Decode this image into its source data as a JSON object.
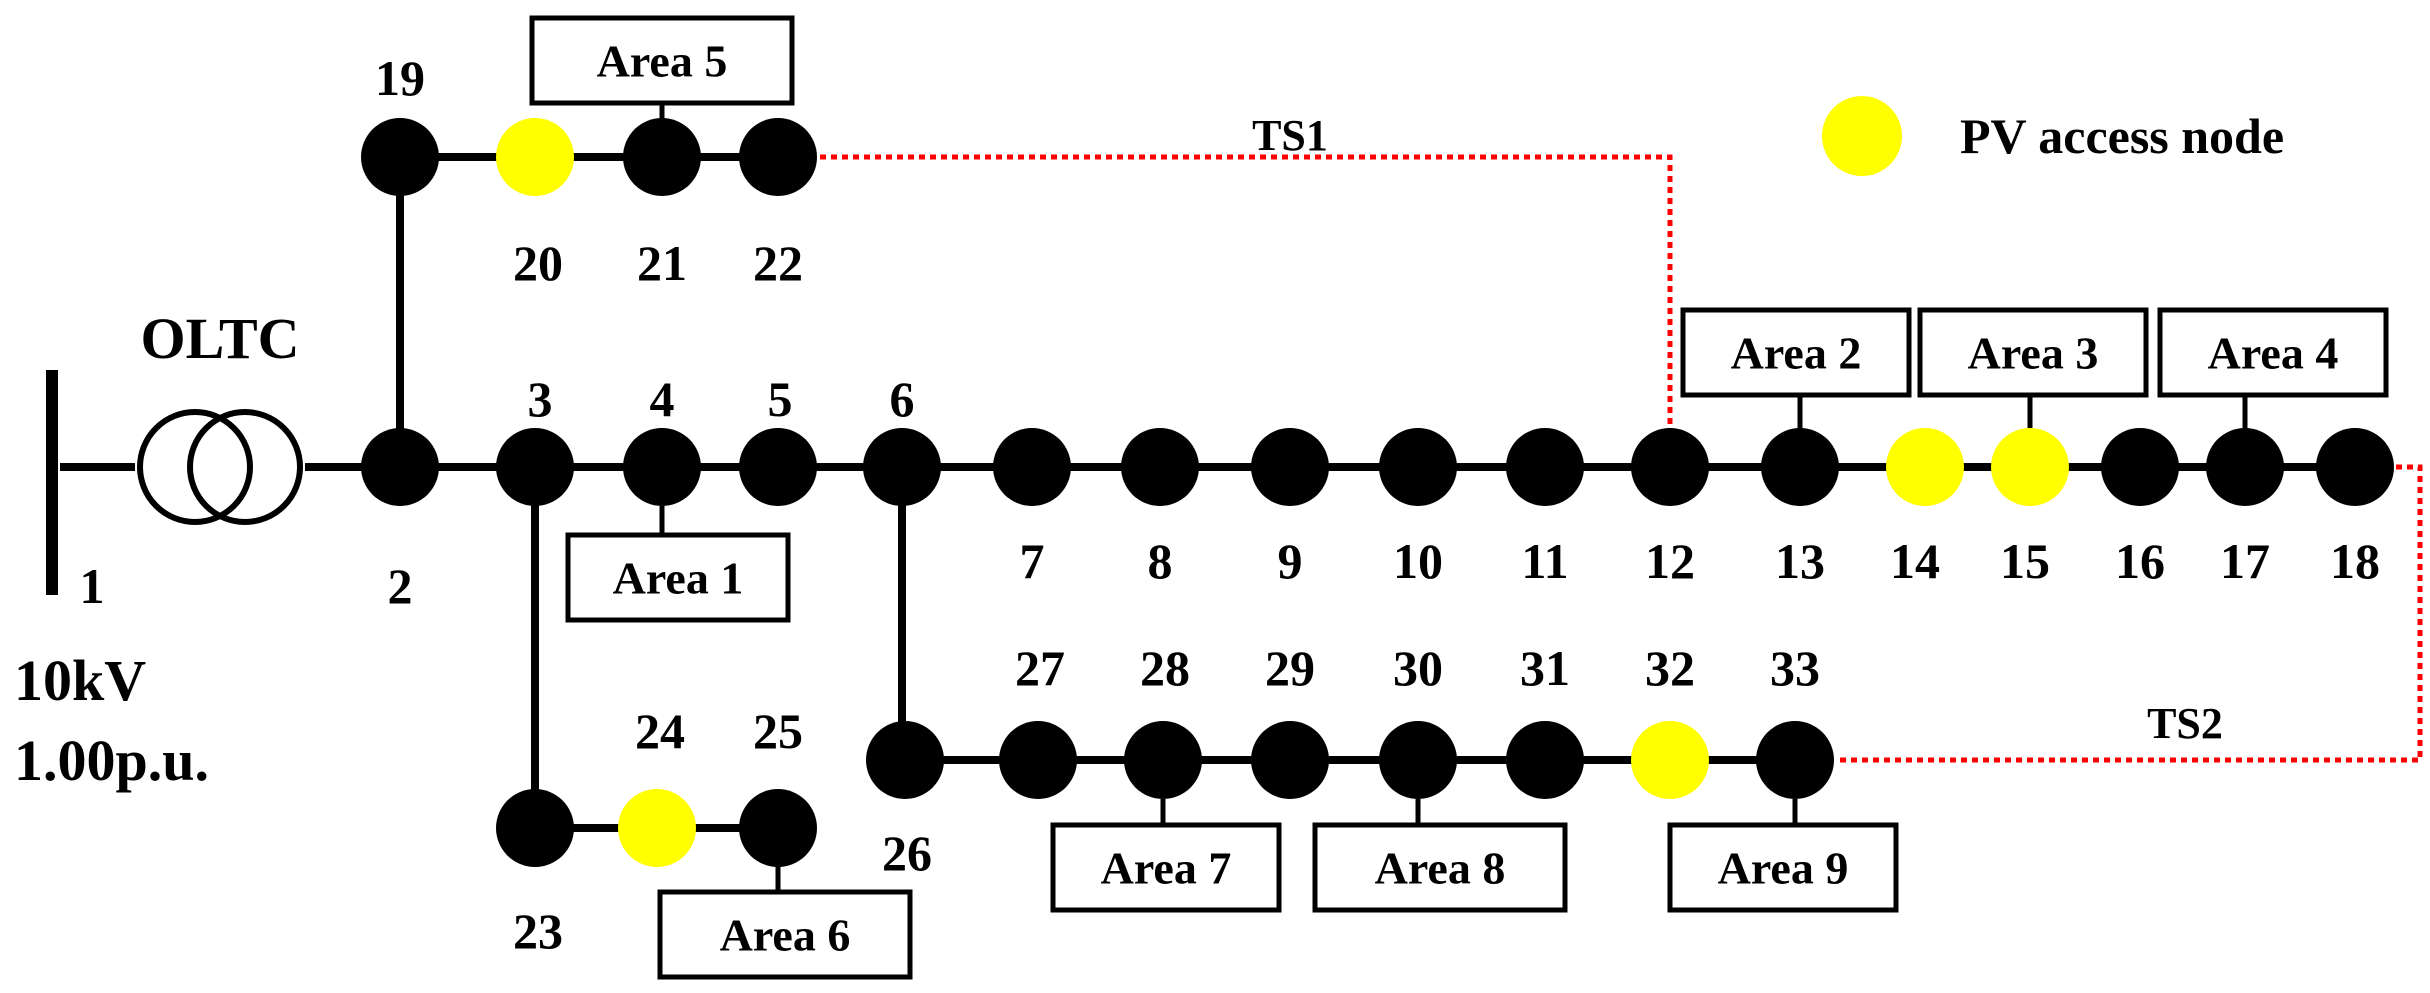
{
  "diagram": {
    "legend": {
      "label": "PV access node",
      "pv_color": "#ffff00"
    },
    "bus_color": "#000000",
    "tie_color": "#ff0000",
    "tie_switches": [
      "TS1",
      "TS2"
    ],
    "transformer": {
      "label": "OLTC"
    },
    "source": {
      "voltage": "10kV",
      "pu": "1.00p.u."
    },
    "pv_nodes": [
      "14",
      "15",
      "20",
      "24",
      "32"
    ],
    "nodes": [
      "1",
      "2",
      "3",
      "4",
      "5",
      "6",
      "7",
      "8",
      "9",
      "10",
      "11",
      "12",
      "13",
      "14",
      "15",
      "16",
      "17",
      "18",
      "19",
      "20",
      "21",
      "22",
      "23",
      "24",
      "25",
      "26",
      "27",
      "28",
      "29",
      "30",
      "31",
      "32",
      "33"
    ],
    "areas": [
      "Area 1",
      "Area 2",
      "Area 3",
      "Area 4",
      "Area 5",
      "Area 6",
      "Area 7",
      "Area 8",
      "Area 9"
    ]
  }
}
